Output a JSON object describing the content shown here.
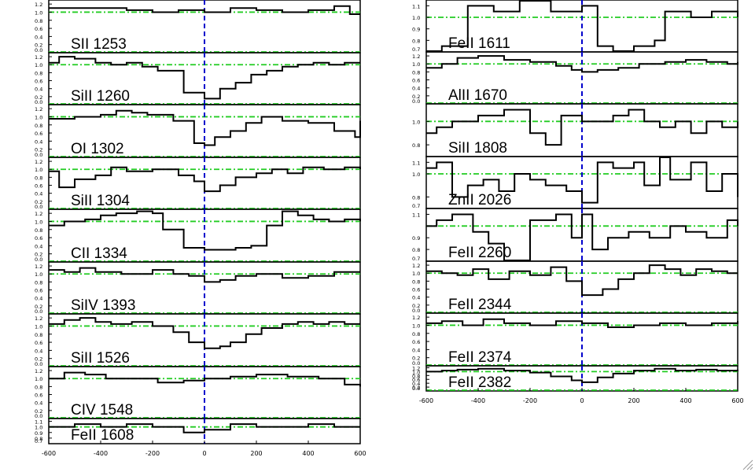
{
  "colors": {
    "trace": "#000000",
    "continuum": "#22cc22",
    "zero_velocity": "#0000cc",
    "frame": "#000000"
  },
  "chart_data": [
    {
      "type": "line",
      "name": "left-column",
      "xlim": [
        -600,
        600
      ],
      "xticks": [
        "-600",
        "-400",
        "-200",
        "0",
        "200",
        "400",
        "600"
      ],
      "grid": false,
      "panels": [
        {
          "label": "SII 1253",
          "ylim": [
            0.0,
            1.3
          ],
          "yticks": [
            "0.0",
            "0.2",
            "0.4",
            "0.6",
            "0.8",
            "1.0",
            "1.2"
          ],
          "x": [
            -600,
            -400,
            -300,
            -200,
            -100,
            0,
            100,
            200,
            300,
            400,
            500,
            560,
            600
          ],
          "y": [
            1.1,
            1.1,
            1.05,
            1.0,
            1.05,
            1.0,
            1.1,
            1.05,
            1.0,
            1.05,
            1.15,
            0.95,
            0.95
          ]
        },
        {
          "label": "SiII 1260",
          "ylim": [
            0.0,
            1.3
          ],
          "yticks": [
            "0.0",
            "0.2",
            "0.4",
            "0.6",
            "0.8",
            "1.0",
            "1.2"
          ],
          "x": [
            -600,
            -560,
            -500,
            -420,
            -360,
            -300,
            -240,
            -180,
            -80,
            0,
            60,
            120,
            180,
            240,
            300,
            360,
            420,
            480,
            540,
            600
          ],
          "y": [
            1.05,
            1.2,
            1.15,
            1.05,
            1.0,
            1.05,
            0.95,
            0.85,
            0.3,
            0.15,
            0.4,
            0.55,
            0.75,
            0.85,
            0.95,
            1.0,
            1.05,
            1.0,
            1.05,
            1.05
          ]
        },
        {
          "label": "OI 1302",
          "ylim": [
            0.0,
            1.3
          ],
          "yticks": [
            "0.0",
            "0.2",
            "0.4",
            "0.6",
            "0.8",
            "1.0",
            "1.2"
          ],
          "x": [
            -600,
            -500,
            -400,
            -340,
            -280,
            -220,
            -120,
            -40,
            0,
            40,
            100,
            160,
            220,
            300,
            400,
            500,
            580,
            600
          ],
          "y": [
            0.95,
            1.0,
            1.05,
            1.15,
            1.1,
            1.05,
            0.9,
            0.35,
            0.3,
            0.5,
            0.65,
            0.85,
            1.0,
            0.9,
            0.85,
            0.65,
            0.5,
            0.9
          ]
        },
        {
          "label": "SiII 1304",
          "ylim": [
            0.0,
            1.3
          ],
          "yticks": [
            "0.0",
            "0.2",
            "0.4",
            "0.6",
            "0.8",
            "1.0",
            "1.2"
          ],
          "x": [
            -600,
            -560,
            -500,
            -420,
            -360,
            -300,
            -200,
            -100,
            -40,
            0,
            60,
            120,
            200,
            260,
            320,
            380,
            460,
            540,
            600
          ],
          "y": [
            0.95,
            0.55,
            0.75,
            0.85,
            1.05,
            0.95,
            1.0,
            0.85,
            0.7,
            0.45,
            0.6,
            0.8,
            0.9,
            1.0,
            0.9,
            1.05,
            1.0,
            1.05,
            1.0
          ]
        },
        {
          "label": "CII 1334",
          "ylim": [
            0.0,
            1.3
          ],
          "yticks": [
            "0.0",
            "0.2",
            "0.4",
            "0.6",
            "0.8",
            "1.0",
            "1.2"
          ],
          "x": [
            -600,
            -540,
            -460,
            -400,
            -340,
            -260,
            -200,
            -160,
            -80,
            0,
            60,
            120,
            180,
            240,
            300,
            360,
            420,
            480,
            540,
            600
          ],
          "y": [
            0.9,
            1.0,
            1.05,
            1.15,
            1.2,
            1.25,
            1.2,
            0.8,
            0.35,
            0.3,
            0.3,
            0.35,
            0.4,
            0.9,
            1.25,
            1.15,
            1.05,
            1.0,
            1.05,
            1.0
          ]
        },
        {
          "label": "SiIV 1393",
          "ylim": [
            0.0,
            1.3
          ],
          "yticks": [
            "0.0",
            "0.2",
            "0.4",
            "0.6",
            "0.8",
            "1.0",
            "1.2"
          ],
          "x": [
            -600,
            -540,
            -480,
            -420,
            -320,
            -200,
            -120,
            -60,
            0,
            60,
            120,
            200,
            300,
            400,
            500,
            600
          ],
          "y": [
            1.1,
            1.05,
            1.15,
            1.05,
            1.0,
            1.1,
            1.0,
            0.95,
            0.8,
            0.85,
            0.95,
            1.0,
            0.9,
            0.95,
            1.05,
            1.05
          ]
        },
        {
          "label": "SiII 1526",
          "ylim": [
            0.0,
            1.3
          ],
          "yticks": [
            "0.0",
            "0.2",
            "0.4",
            "0.6",
            "0.8",
            "1.0",
            "1.2"
          ],
          "x": [
            -600,
            -540,
            -480,
            -420,
            -360,
            -280,
            -200,
            -120,
            -60,
            0,
            60,
            100,
            160,
            220,
            300,
            360,
            420,
            480,
            540,
            600
          ],
          "y": [
            1.05,
            1.15,
            1.2,
            1.1,
            1.05,
            1.1,
            1.0,
            0.85,
            0.6,
            0.45,
            0.5,
            0.6,
            0.8,
            0.95,
            1.05,
            1.1,
            1.05,
            1.1,
            1.05,
            1.05
          ]
        },
        {
          "label": "CIV 1548",
          "ylim": [
            0.0,
            1.3
          ],
          "yticks": [
            "0.0",
            "0.2",
            "0.4",
            "0.6",
            "0.8",
            "1.0",
            "1.2"
          ],
          "x": [
            -600,
            -540,
            -460,
            -380,
            -280,
            -180,
            -80,
            0,
            100,
            200,
            320,
            440,
            540,
            600
          ],
          "y": [
            1.0,
            1.15,
            1.1,
            1.0,
            1.0,
            0.9,
            0.95,
            1.0,
            1.05,
            1.1,
            1.05,
            1.0,
            0.85,
            0.8
          ]
        },
        {
          "label": "FeII 1608",
          "ylim": [
            0.7,
            1.15
          ],
          "yticks": [
            "0.7",
            "0.8",
            "0.9",
            "1.0",
            "1.1"
          ],
          "x": [
            -600,
            -500,
            -400,
            -300,
            -200,
            -80,
            0,
            100,
            200,
            300,
            400,
            500,
            600
          ],
          "y": [
            1.0,
            1.05,
            1.0,
            1.05,
            1.0,
            0.9,
            0.95,
            1.05,
            1.0,
            1.0,
            1.05,
            1.0,
            1.0
          ]
        }
      ]
    },
    {
      "type": "line",
      "name": "right-column",
      "xlim": [
        -600,
        600
      ],
      "xticks": [
        "-600",
        "-400",
        "-200",
        "0",
        "200",
        "400",
        "600"
      ],
      "grid": false,
      "panels": [
        {
          "label": "FeII 1611",
          "ylim": [
            0.7,
            1.15
          ],
          "yticks": [
            "0.7",
            "0.8",
            "0.9",
            "1.0",
            "1.1"
          ],
          "x": [
            -600,
            -540,
            -440,
            -340,
            -240,
            -120,
            0,
            60,
            120,
            200,
            280,
            320,
            420,
            500,
            600
          ],
          "y": [
            0.7,
            0.75,
            1.1,
            1.05,
            1.15,
            1.05,
            1.1,
            0.75,
            0.7,
            0.75,
            0.8,
            1.05,
            1.0,
            1.05,
            1.0
          ]
        },
        {
          "label": "AlII 1670",
          "ylim": [
            0.0,
            1.3
          ],
          "yticks": [
            "0.0",
            "0.2",
            "0.4",
            "0.6",
            "0.8",
            "1.0",
            "1.2"
          ],
          "x": [
            -600,
            -540,
            -480,
            -400,
            -300,
            -200,
            -100,
            -40,
            0,
            60,
            140,
            220,
            320,
            400,
            480,
            560,
            600
          ],
          "y": [
            0.9,
            1.0,
            1.15,
            1.2,
            1.1,
            1.05,
            0.95,
            0.85,
            0.8,
            0.85,
            0.9,
            1.0,
            1.05,
            1.1,
            1.05,
            1.0,
            1.05
          ]
        },
        {
          "label": "SiII 1808",
          "ylim": [
            0.7,
            1.15
          ],
          "yticks": [
            "0.8",
            "1.0"
          ],
          "x": [
            -600,
            -560,
            -500,
            -400,
            -300,
            -200,
            -140,
            -80,
            0,
            60,
            120,
            180,
            240,
            300,
            360,
            420,
            480,
            540,
            600
          ],
          "y": [
            0.9,
            0.95,
            1.0,
            1.05,
            1.1,
            0.9,
            0.8,
            1.05,
            1.0,
            1.0,
            1.05,
            1.1,
            1.0,
            0.95,
            1.0,
            0.9,
            1.0,
            0.95,
            1.0
          ]
        },
        {
          "label": "ZnII 2026",
          "ylim": [
            0.7,
            1.15
          ],
          "yticks": [
            "0.7",
            "0.8",
            "1.0",
            "1.1"
          ],
          "x": [
            -600,
            -560,
            -500,
            -440,
            -380,
            -320,
            -260,
            -200,
            -140,
            -60,
            0,
            60,
            120,
            200,
            240,
            300,
            340,
            420,
            480,
            540,
            600
          ],
          "y": [
            1.05,
            1.1,
            0.8,
            0.9,
            0.95,
            0.85,
            1.0,
            0.95,
            0.9,
            0.85,
            0.75,
            1.1,
            1.05,
            1.1,
            0.9,
            1.15,
            0.95,
            1.1,
            0.85,
            1.0,
            0.8
          ]
        },
        {
          "label": "FeII 2260",
          "ylim": [
            0.7,
            1.15
          ],
          "yticks": [
            "0.7",
            "0.8",
            "0.9",
            "1.1"
          ],
          "x": [
            -600,
            -560,
            -500,
            -420,
            -360,
            -300,
            -200,
            -100,
            -40,
            0,
            40,
            100,
            180,
            260,
            340,
            400,
            480,
            560,
            600
          ],
          "y": [
            1.0,
            1.05,
            1.1,
            0.95,
            0.85,
            0.7,
            1.05,
            1.1,
            0.9,
            1.1,
            0.8,
            0.9,
            0.95,
            0.9,
            1.0,
            0.95,
            0.9,
            1.05,
            1.0
          ]
        },
        {
          "label": "FeII 2344",
          "ylim": [
            0.0,
            1.3
          ],
          "yticks": [
            "0.0",
            "0.2",
            "0.4",
            "0.6",
            "0.8",
            "1.0",
            "1.2"
          ],
          "x": [
            -600,
            -540,
            -480,
            -420,
            -360,
            -280,
            -200,
            -120,
            -60,
            0,
            80,
            140,
            200,
            260,
            320,
            380,
            440,
            500,
            560,
            600
          ],
          "y": [
            1.05,
            1.0,
            0.95,
            1.1,
            0.85,
            1.05,
            0.95,
            1.15,
            0.8,
            0.45,
            0.6,
            0.85,
            1.0,
            1.2,
            1.1,
            0.95,
            1.1,
            1.05,
            1.0,
            1.0
          ]
        },
        {
          "label": "FeII 2374",
          "ylim": [
            0.0,
            1.3
          ],
          "yticks": [
            "0.0",
            "0.2",
            "0.4",
            "0.6",
            "0.8",
            "1.0",
            "1.2"
          ],
          "x": [
            -600,
            -540,
            -460,
            -380,
            -300,
            -200,
            -100,
            0,
            100,
            200,
            300,
            400,
            500,
            600
          ],
          "y": [
            1.05,
            1.1,
            1.0,
            1.15,
            1.05,
            1.0,
            1.1,
            1.05,
            0.95,
            1.0,
            1.05,
            1.0,
            1.05,
            1.1
          ]
        },
        {
          "label": "FeII 2382",
          "ylim": [
            0.0,
            1.3
          ],
          "yticks": [
            "0.0",
            "0.2",
            "0.4",
            "0.6",
            "0.8",
            "1.0",
            "1.2"
          ],
          "x": [
            -600,
            -540,
            -480,
            -400,
            -300,
            -200,
            -120,
            -40,
            0,
            60,
            120,
            200,
            280,
            360,
            440,
            520,
            600
          ],
          "y": [
            1.0,
            1.05,
            1.1,
            1.15,
            1.05,
            0.95,
            0.75,
            0.55,
            0.45,
            0.7,
            0.9,
            1.05,
            1.15,
            1.05,
            1.1,
            1.05,
            1.1
          ]
        }
      ]
    }
  ]
}
